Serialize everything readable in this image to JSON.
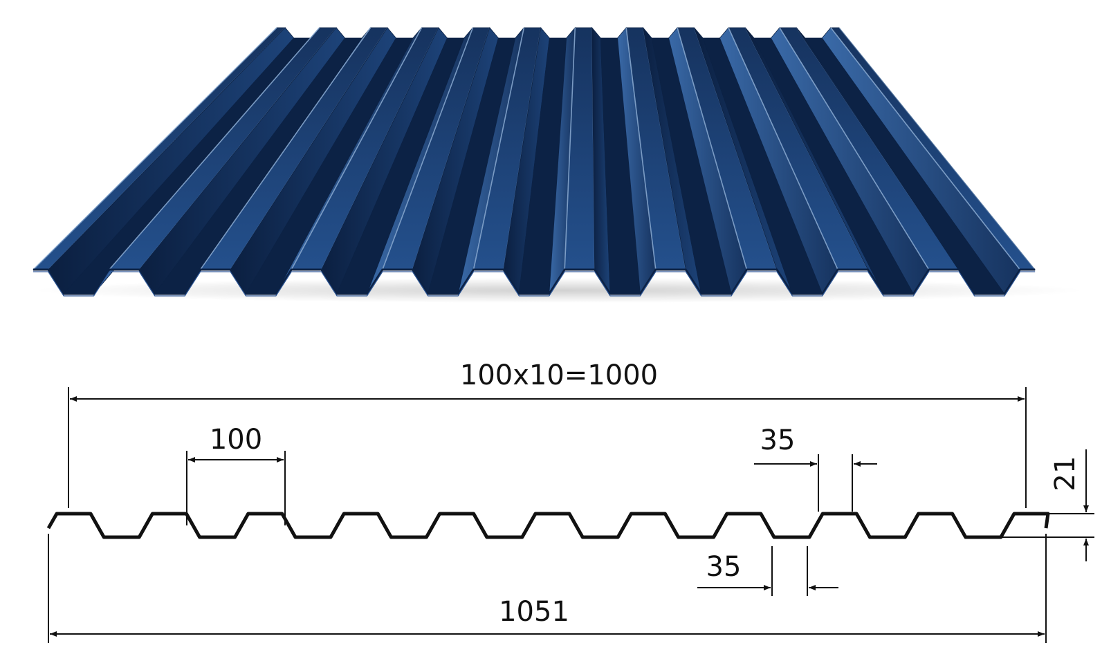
{
  "colors": {
    "sheet_light": "#2e5a96",
    "sheet_mid": "#1b3f73",
    "sheet_dark": "#0c2245",
    "sheet_highlight": "#9fc2ea",
    "profile_line": "#111111",
    "dimension_line": "#111111",
    "background": "#ffffff"
  },
  "product": {
    "name": "corrugated-metal-sheet",
    "ribs": 11
  },
  "dimensions": {
    "overall_cover": "100x10=1000",
    "pitch": "100",
    "top_flange": "35",
    "bottom_flange": "35",
    "height": "21",
    "total_width": "1051"
  },
  "icons": {
    "arrowhead": "arrowhead-icon"
  }
}
